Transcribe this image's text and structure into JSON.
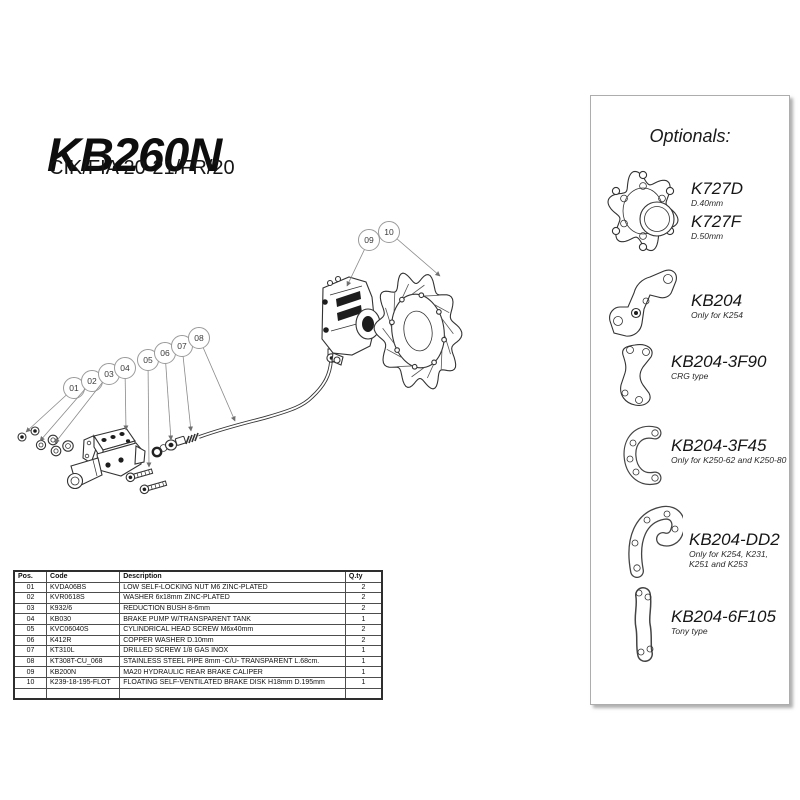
{
  "header": {
    "title": "KB260N",
    "subtitle": "CIK/FIA 20-21/FR/20"
  },
  "diagram": {
    "callouts": [
      {
        "label": "01"
      },
      {
        "label": "02"
      },
      {
        "label": "03"
      },
      {
        "label": "04"
      },
      {
        "label": "05"
      },
      {
        "label": "06"
      },
      {
        "label": "07"
      },
      {
        "label": "08"
      },
      {
        "label": "09"
      },
      {
        "label": "10"
      }
    ]
  },
  "parts_table": {
    "headers": [
      "Pos.",
      "Code",
      "Description",
      "Q.ty"
    ],
    "rows": [
      [
        "01",
        "KVDA06BS",
        "LOW SELF-LOCKING NUT M6 ZINC-PLATED",
        "2"
      ],
      [
        "02",
        "KVR0618S",
        "WASHER 6x18mm ZINC-PLATED",
        "2"
      ],
      [
        "03",
        "K932/6",
        "REDUCTION BUSH 8-6mm",
        "2"
      ],
      [
        "04",
        "KB030",
        "BRAKE PUMP W/TRANSPARENT TANK",
        "1"
      ],
      [
        "05",
        "KVC06040S",
        "CYLINDRICAL HEAD SCREW M6x40mm",
        "2"
      ],
      [
        "06",
        "K412R",
        "COPPER WASHER D.10mm",
        "2"
      ],
      [
        "07",
        "KT310L",
        "DRILLED SCREW 1/8 GAS INOX",
        "1"
      ],
      [
        "08",
        "KT308T-CU_068",
        "STAINLESS STEEL PIPE 8mm -C/U- TRANSPARENT L.68cm.",
        "1"
      ],
      [
        "09",
        "KB200N",
        "MA20 HYDRAULIC REAR BRAKE CALIPER",
        "1"
      ],
      [
        "10",
        "K239-18-195-FLOT",
        "FLOATING SELF-VENTILATED BRAKE DISK H18mm D.195mm",
        "1"
      ]
    ]
  },
  "optionals": {
    "title": "Optionals:",
    "items": [
      {
        "code": "K727D",
        "note": "D.40mm"
      },
      {
        "code": "K727F",
        "note": "D.50mm"
      },
      {
        "code": "KB204",
        "note": "Only for K254"
      },
      {
        "code": "KB204-3F90",
        "note": "CRG type"
      },
      {
        "code": "KB204-3F45",
        "note": "Only for K250-62 and K250-80"
      },
      {
        "code": "KB204-DD2",
        "note": "Only for K254, K231, K251 and K253"
      },
      {
        "code": "KB204-6F105",
        "note": "Tony type"
      }
    ]
  }
}
